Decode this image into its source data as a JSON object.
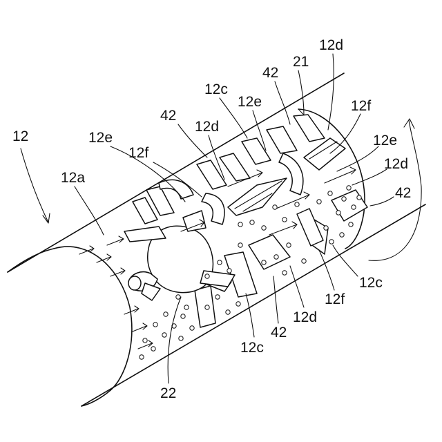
{
  "figure": {
    "labels": [
      {
        "id": "lbl-12",
        "text": "12"
      },
      {
        "id": "lbl-12a",
        "text": "12a"
      },
      {
        "id": "lbl-12e-left",
        "text": "12e"
      },
      {
        "id": "lbl-12f-left",
        "text": "12f"
      },
      {
        "id": "lbl-42-left",
        "text": "42"
      },
      {
        "id": "lbl-12d-upper",
        "text": "12d"
      },
      {
        "id": "lbl-12c-upper",
        "text": "12c"
      },
      {
        "id": "lbl-12e-upper",
        "text": "12e"
      },
      {
        "id": "lbl-42-top",
        "text": "42"
      },
      {
        "id": "lbl-21",
        "text": "21"
      },
      {
        "id": "lbl-12d-top",
        "text": "12d"
      },
      {
        "id": "lbl-12f-right",
        "text": "12f"
      },
      {
        "id": "lbl-12e-right",
        "text": "12e"
      },
      {
        "id": "lbl-12d-right",
        "text": "12d"
      },
      {
        "id": "lbl-42-right",
        "text": "42"
      },
      {
        "id": "lbl-12c-right",
        "text": "12c"
      },
      {
        "id": "lbl-12f-bottom",
        "text": "12f"
      },
      {
        "id": "lbl-12d-bottom",
        "text": "12d"
      },
      {
        "id": "lbl-42-bottom",
        "text": "42"
      },
      {
        "id": "lbl-12c-bottom",
        "text": "12c"
      },
      {
        "id": "lbl-22",
        "text": "22"
      }
    ]
  }
}
